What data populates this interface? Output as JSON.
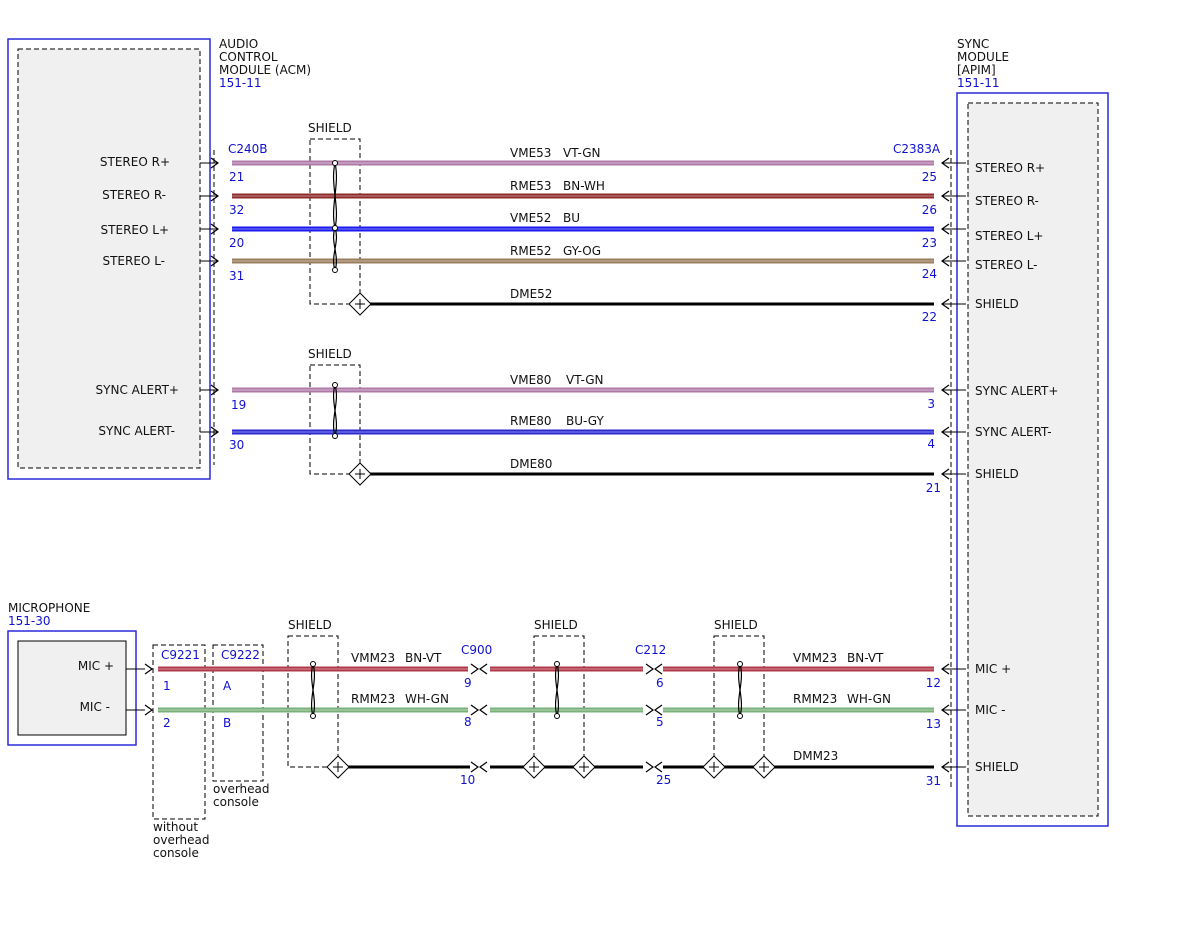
{
  "colors": {
    "module_border": "#2a2ad8",
    "pin_blue": "#1010d0",
    "wire_vt_gn": "#b07aa8",
    "wire_bn_wh": "#8e2b2b",
    "wire_bu": "#1a1aee",
    "wire_gy_og": "#9a7c5e",
    "wire_black": "#000000",
    "wire_bn_vt": "#b03848",
    "wire_wh_gn": "#7ab07a",
    "wire_bu_gy": "#2a2ad0"
  },
  "modules": {
    "acm": {
      "lines": [
        "AUDIO",
        "CONTROL",
        "MODULE (ACM)"
      ],
      "ref": "151-11"
    },
    "sync": {
      "lines": [
        "SYNC",
        "MODULE",
        "[APIM]"
      ],
      "ref": "151-11"
    },
    "mic": {
      "lines": [
        "MICROPHONE"
      ],
      "ref": "151-30"
    }
  },
  "connectors": {
    "c240b": "C240B",
    "c2383a": "C2383A",
    "c9221": "C9221",
    "c9222": "C9222",
    "c900": "C900",
    "c212": "C212"
  },
  "shield_label": "SHIELD",
  "notes": {
    "without_console": [
      "without",
      "overhead",
      "console"
    ],
    "overhead_console": [
      "overhead",
      "console"
    ]
  },
  "acm_pins": [
    {
      "label": "STEREO R+",
      "pin": "21"
    },
    {
      "label": "STEREO R-",
      "pin": "32"
    },
    {
      "label": "STEREO L+",
      "pin": "20"
    },
    {
      "label": "STEREO L-",
      "pin": "31"
    },
    {
      "label": "SYNC ALERT+",
      "pin": "19"
    },
    {
      "label": "SYNC ALERT-",
      "pin": "30"
    }
  ],
  "sync_pins": [
    {
      "label": "STEREO R+",
      "pin": "25"
    },
    {
      "label": "STEREO R-",
      "pin": "26"
    },
    {
      "label": "STEREO L+",
      "pin": "23"
    },
    {
      "label": "STEREO L-",
      "pin": "24"
    },
    {
      "label": "SHIELD",
      "pin": "22"
    },
    {
      "label": "SYNC ALERT+",
      "pin": "3"
    },
    {
      "label": "SYNC ALERT-",
      "pin": "4"
    },
    {
      "label": "SHIELD",
      "pin": "21"
    },
    {
      "label": "MIC +",
      "pin": "12"
    },
    {
      "label": "MIC -",
      "pin": "13"
    },
    {
      "label": "SHIELD",
      "pin": "31"
    }
  ],
  "wires": [
    {
      "circuit": "VME53",
      "color": "VT-GN"
    },
    {
      "circuit": "RME53",
      "color": "BN-WH"
    },
    {
      "circuit": "VME52",
      "color": "BU"
    },
    {
      "circuit": "RME52",
      "color": "GY-OG"
    },
    {
      "circuit": "DME52",
      "color": ""
    },
    {
      "circuit": "VME80",
      "color": "VT-GN"
    },
    {
      "circuit": "RME80",
      "color": "BU-GY"
    },
    {
      "circuit": "DME80",
      "color": ""
    }
  ],
  "mic": {
    "pins": [
      {
        "label": "MIC +",
        "c9221": "1",
        "c9222": "A",
        "c900": "9",
        "c212": "6"
      },
      {
        "label": "MIC -",
        "c9221": "2",
        "c9222": "B",
        "c900": "8",
        "c212": "5"
      }
    ],
    "shield_pins": {
      "c900": "10",
      "c212": "25"
    },
    "wires_left": [
      {
        "circuit": "VMM23",
        "color": "BN-VT"
      },
      {
        "circuit": "RMM23",
        "color": "WH-GN"
      }
    ],
    "wires_right": [
      {
        "circuit": "VMM23",
        "color": "BN-VT"
      },
      {
        "circuit": "RMM23",
        "color": "WH-GN"
      },
      {
        "circuit": "DMM23",
        "color": ""
      }
    ]
  }
}
